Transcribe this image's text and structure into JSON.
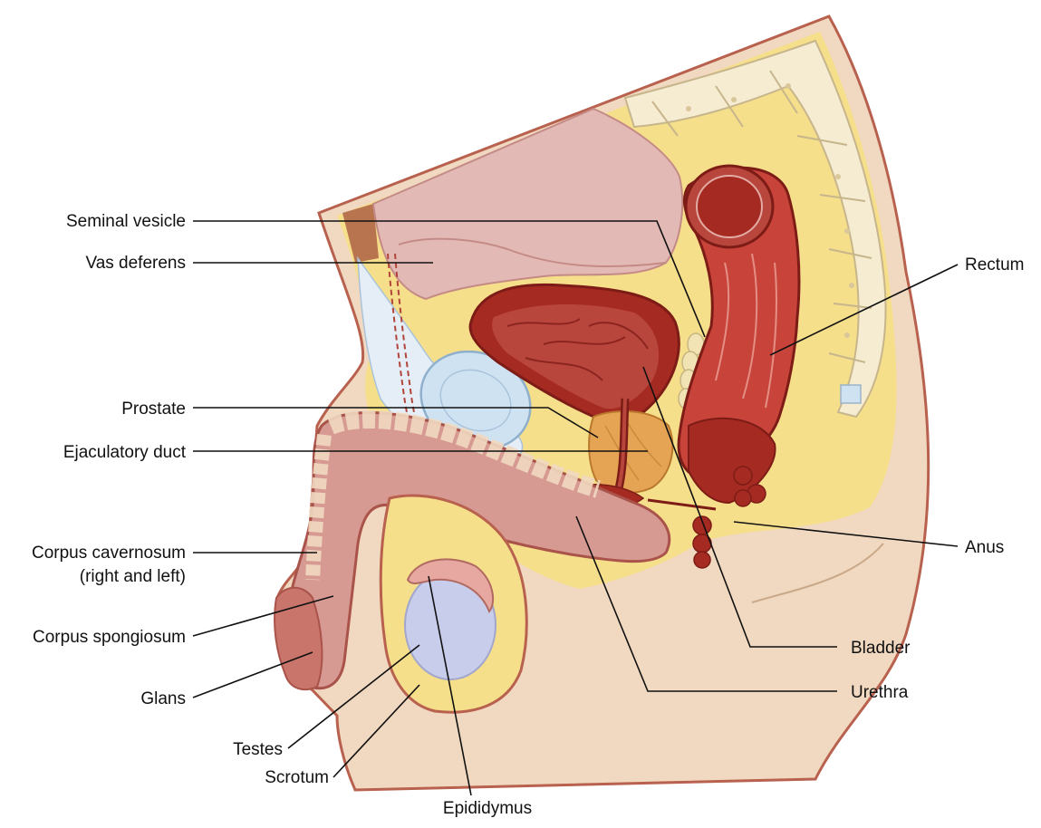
{
  "labels": {
    "seminal_vesicle": "Seminal vesicle",
    "vas_deferens": "Vas deferens",
    "prostate": "Prostate",
    "ejaculatory_duct": "Ejaculatory duct",
    "corpus_cavernosum_line1": "Corpus cavernosum",
    "corpus_cavernosum_line2": "(right and left)",
    "corpus_spongiosum": "Corpus spongiosum",
    "glans": "Glans",
    "testes": "Testes",
    "scrotum": "Scrotum",
    "epididymus": "Epididymus",
    "rectum": "Rectum",
    "anus": "Anus",
    "bladder": "Bladder",
    "urethra": "Urethra"
  },
  "colors": {
    "skin": "#f1d8c0",
    "skin_outline": "#b8614e",
    "fat": "#f6df8a",
    "bone": "#f5ecd2",
    "muscle_dark": "#a52a22",
    "muscle_mid": "#c8443a",
    "tissue_pink": "#d79a93",
    "bladder_wall": "#b7504a",
    "prostate": "#e4a454",
    "testis": "#c9cdec",
    "nerve_blue": "#cfe2f1",
    "vesicle": "#f1e3b4"
  }
}
